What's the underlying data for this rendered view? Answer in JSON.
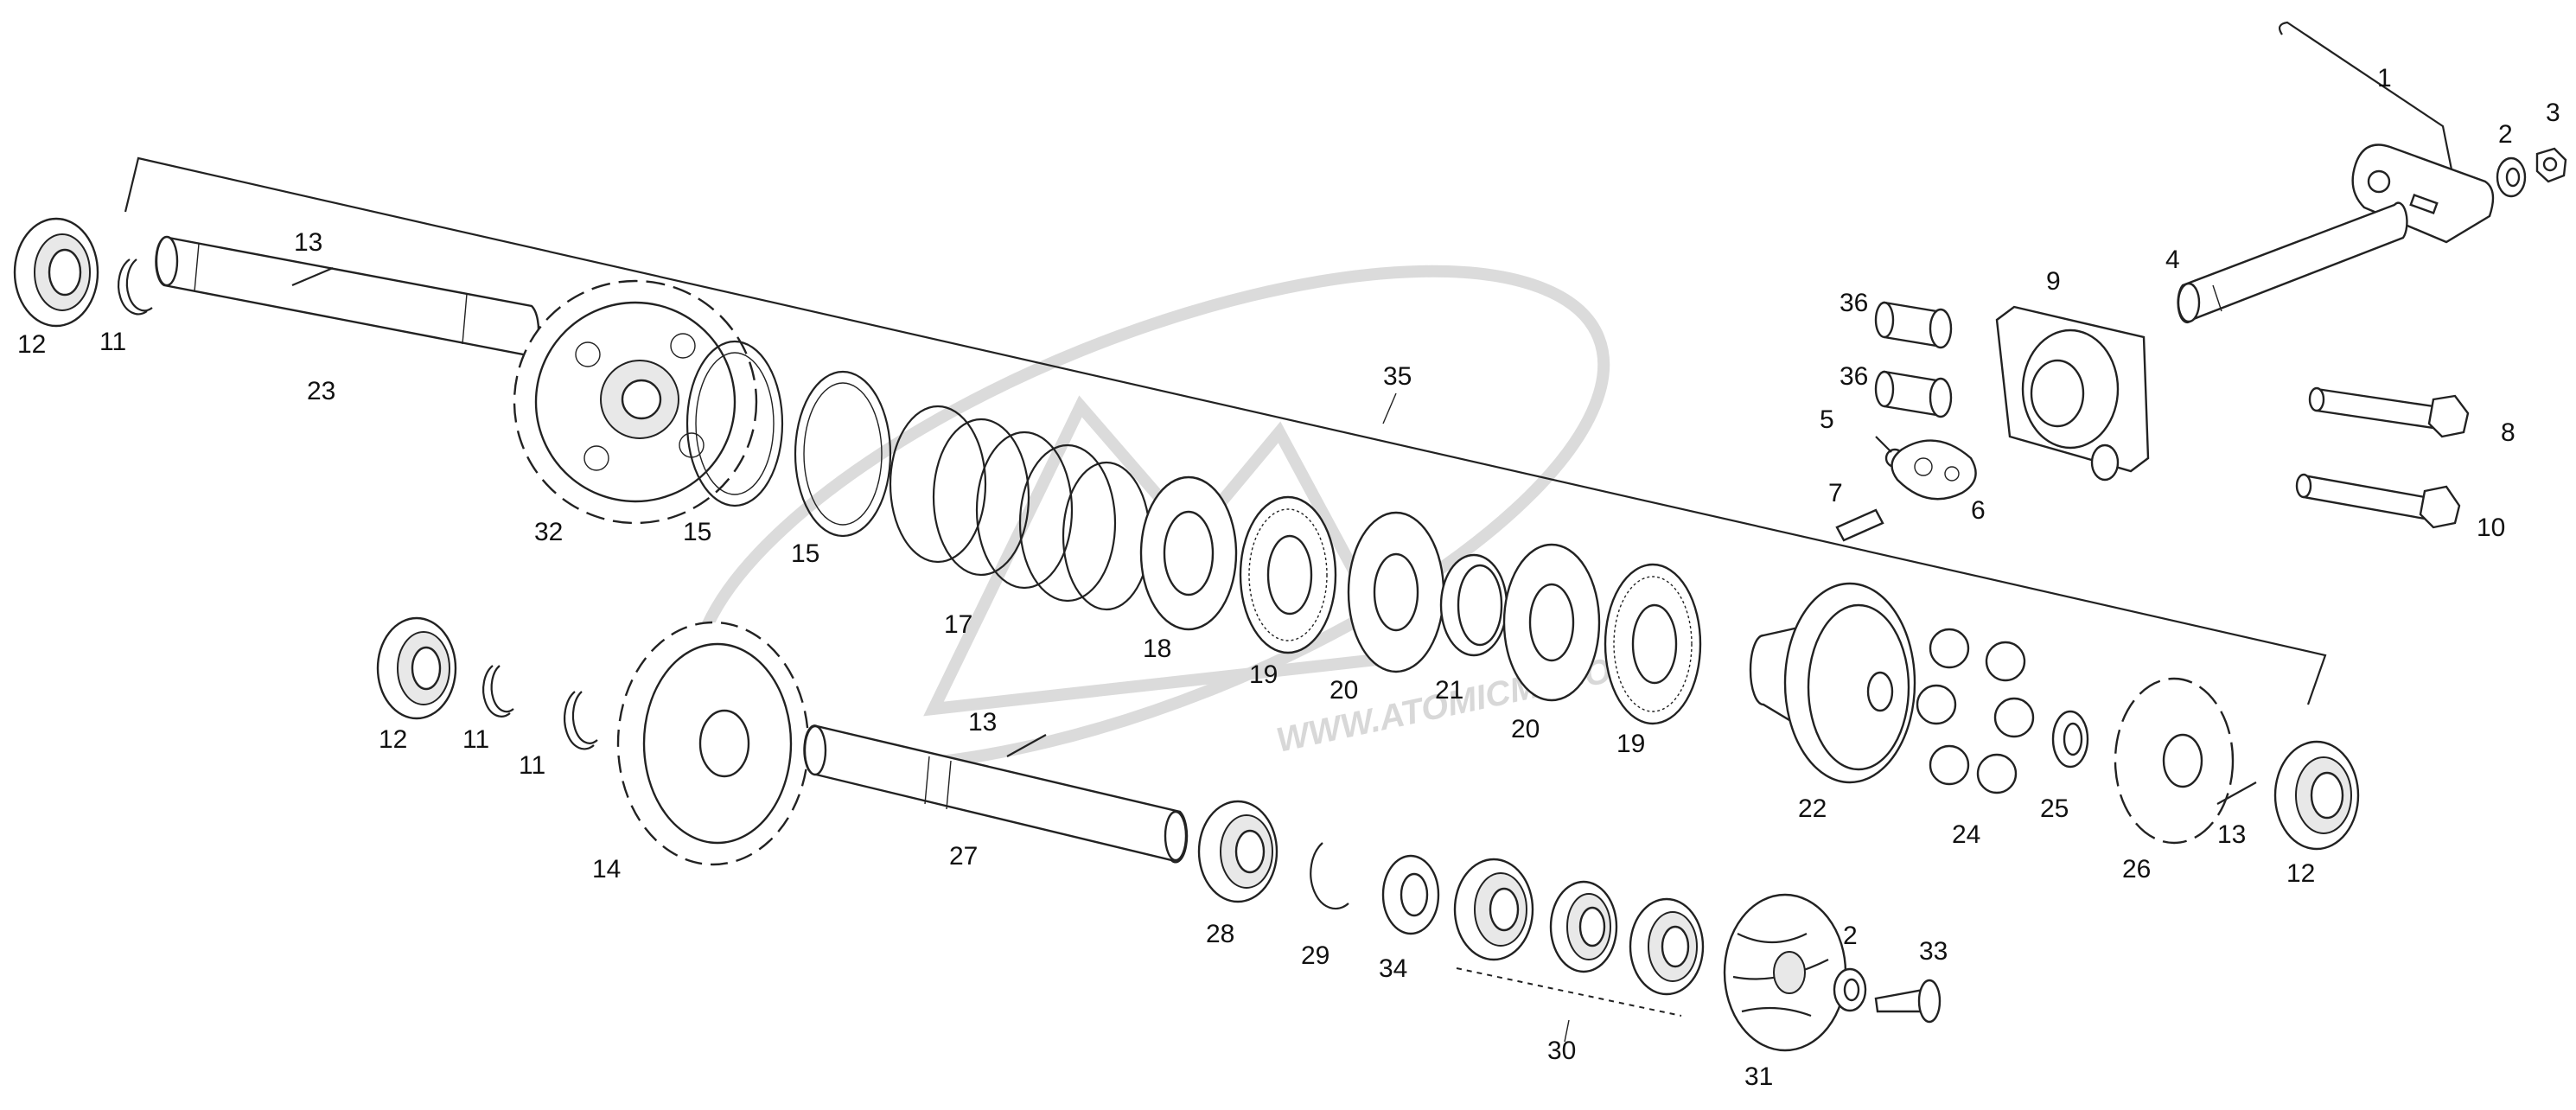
{
  "watermark": {
    "text": "WWW.ATOMICMOTO"
  },
  "parts": [
    {
      "id": "p1",
      "label": "1"
    },
    {
      "id": "p2a",
      "label": "2"
    },
    {
      "id": "p3",
      "label": "3"
    },
    {
      "id": "p4",
      "label": "4"
    },
    {
      "id": "p5",
      "label": "5"
    },
    {
      "id": "p6",
      "label": "6"
    },
    {
      "id": "p7",
      "label": "7"
    },
    {
      "id": "p8",
      "label": "8"
    },
    {
      "id": "p9",
      "label": "9"
    },
    {
      "id": "p10",
      "label": "10"
    },
    {
      "id": "p11a",
      "label": "11"
    },
    {
      "id": "p11b",
      "label": "11"
    },
    {
      "id": "p11c",
      "label": "11"
    },
    {
      "id": "p12a",
      "label": "12"
    },
    {
      "id": "p12b",
      "label": "12"
    },
    {
      "id": "p12c",
      "label": "12"
    },
    {
      "id": "p13a",
      "label": "13"
    },
    {
      "id": "p13b",
      "label": "13"
    },
    {
      "id": "p13c",
      "label": "13"
    },
    {
      "id": "p14",
      "label": "14"
    },
    {
      "id": "p15a",
      "label": "15"
    },
    {
      "id": "p15b",
      "label": "15"
    },
    {
      "id": "p17",
      "label": "17"
    },
    {
      "id": "p18",
      "label": "18"
    },
    {
      "id": "p19a",
      "label": "19"
    },
    {
      "id": "p19b",
      "label": "19"
    },
    {
      "id": "p20a",
      "label": "20"
    },
    {
      "id": "p20b",
      "label": "20"
    },
    {
      "id": "p21",
      "label": "21"
    },
    {
      "id": "p22",
      "label": "22"
    },
    {
      "id": "p23",
      "label": "23"
    },
    {
      "id": "p24",
      "label": "24"
    },
    {
      "id": "p25",
      "label": "25"
    },
    {
      "id": "p26",
      "label": "26"
    },
    {
      "id": "p27",
      "label": "27"
    },
    {
      "id": "p28",
      "label": "28"
    },
    {
      "id": "p29",
      "label": "29"
    },
    {
      "id": "p30",
      "label": "30"
    },
    {
      "id": "p31",
      "label": "31"
    },
    {
      "id": "p2b",
      "label": "2"
    },
    {
      "id": "p32",
      "label": "32"
    },
    {
      "id": "p33",
      "label": "33"
    },
    {
      "id": "p34",
      "label": "34"
    },
    {
      "id": "p35",
      "label": "35"
    },
    {
      "id": "p36a",
      "label": "36"
    },
    {
      "id": "p36b",
      "label": "36"
    }
  ]
}
